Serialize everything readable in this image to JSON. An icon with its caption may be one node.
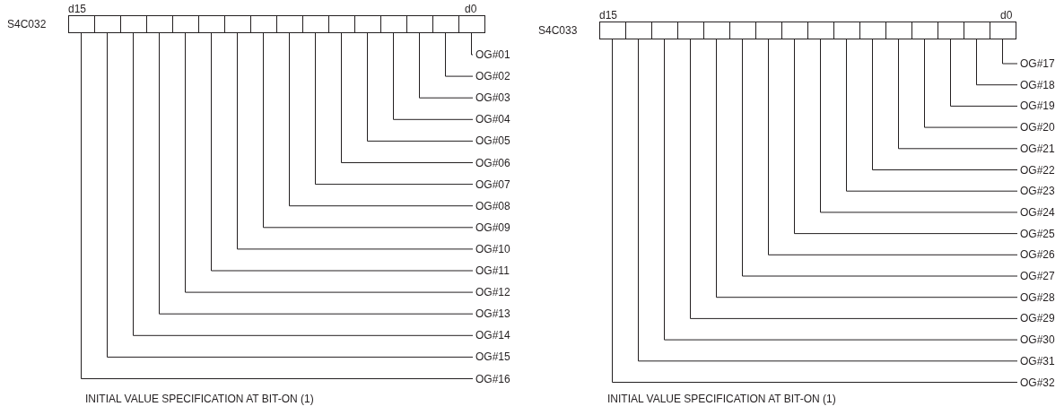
{
  "diagram": {
    "nodes": [
      {
        "text": [
          "S4C032"
        ]
      },
      {
        "text": [],
        "shape": "box",
        "in": 0
      },
      {
        "text": [],
        "shape": "box",
        "in": 0
      },
      {
        "text": [],
        "shape": "box",
        "in": 0
      },
      {
        "text": [],
        "shape": "box",
        "in": 0
      },
      {
        "text": [],
        "shape": "box",
        "in": 0
      },
      {
        "text": [],
        "shape": "box",
        "in": 0
      },
      {
        "text": [],
        "shape": "box",
        "in": 0
      },
      {
        "text": [],
        "shape": "box",
        "in": 0
      },
      {
        "text": [],
        "shape": "box",
        "in": 0
      },
      {
        "text": [],
        "shape": "box",
        "in": 0
      },
      {
        "text": [],
        "shape": "box",
        "in": 0
      },
      {
        "text": [],
        "shape": "box",
        "in": 0
      },
      {
        "text": [],
        "shape": "box",
        "in": 0
      },
      {
        "text": [],
        "shape": "box",
        "in": 0
      },
      {
        "text": [],
        "shape": "box",
        "in": 0
      },
      {
        "text": [],
        "shape": "box",
        "in": 0
      },
      {
        "text": [
          "OG#01"
        ]
      },
      {
        "text": [
          "OG#02"
        ]
      },
      {
        "text": [
          "OG#03"
        ]
      },
      {
        "text": [
          "OG#04"
        ]
      },
      {
        "text": [
          "OG#05"
        ]
      },
      {
        "text": [
          "OG#06"
        ]
      },
      {
        "text": [
          "OG#07"
        ]
      },
      {
        "text": [
          "OG#08"
        ]
      },
      {
        "text": [
          "OG#09"
        ]
      },
      {
        "text": [
          "OG#10"
        ]
      },
      {
        "text": [
          "OG#11"
        ]
      },
      {
        "text": [
          "OG#12"
        ]
      },
      {
        "text": [
          "OG#13"
        ]
      },
      {
        "text": [
          "OG#14"
        ]
      },
      {
        "text": [
          "OG#15"
        ]
      },
      {
        "text": [
          "OG#16"
        ]
      },
      {
        "text": [
          "S4C033"
        ]
      },
      {
        "text": [],
        "shape": "box",
        "in": 33
      },
      {
        "text": [],
        "shape": "box",
        "in": 33
      },
      {
        "text": [],
        "shape": "box",
        "in": 33
      },
      {
        "text": [],
        "shape": "box",
        "in": 33
      },
      {
        "text": [],
        "shape": "box",
        "in": 33
      },
      {
        "text": [],
        "shape": "box",
        "in": 33
      },
      {
        "text": [],
        "shape": "box",
        "in": 33
      },
      {
        "text": [],
        "shape": "box",
        "in": 33
      },
      {
        "text": [],
        "shape": "box",
        "in": 33
      },
      {
        "text": [],
        "shape": "box",
        "in": 33
      },
      {
        "text": [],
        "shape": "box",
        "in": 33
      },
      {
        "text": [],
        "shape": "box",
        "in": 33
      },
      {
        "text": [],
        "shape": "box",
        "in": 33
      },
      {
        "text": [],
        "shape": "box",
        "in": 33
      },
      {
        "text": [],
        "shape": "box",
        "in": 33
      },
      {
        "text": [],
        "shape": "box",
        "in": 33
      },
      {
        "text": [
          "OG#17"
        ]
      },
      {
        "text": [
          "OG#18"
        ]
      },
      {
        "text": [
          "OG#19"
        ]
      },
      {
        "text": [
          "OG#20"
        ]
      },
      {
        "text": [
          "OG#21"
        ]
      },
      {
        "text": [
          "OG#22"
        ]
      },
      {
        "text": [
          "OG#23"
        ]
      },
      {
        "text": [
          "OG#24"
        ]
      },
      {
        "text": [
          "OG#25"
        ]
      },
      {
        "text": [
          "OG#26"
        ]
      },
      {
        "text": [
          "OG#27"
        ]
      },
      {
        "text": [
          "OG#28"
        ]
      },
      {
        "text": [
          "OG#29"
        ]
      },
      {
        "text": [
          "OG#30"
        ]
      },
      {
        "text": [
          "OG#31"
        ]
      },
      {
        "text": [
          "OG#32"
        ]
      }
    ],
    "edges": [
      {
        "from": 17,
        "to": 16,
        "arrow": "none"
      },
      {
        "from": 18,
        "to": 15,
        "arrow": "none"
      },
      {
        "from": 19,
        "to": 14,
        "arrow": "none"
      },
      {
        "from": 20,
        "to": 13,
        "arrow": "none"
      },
      {
        "from": 21,
        "to": 12,
        "arrow": "none"
      },
      {
        "from": 22,
        "to": 11,
        "arrow": "none"
      },
      {
        "from": 23,
        "to": 10,
        "arrow": "none"
      },
      {
        "from": 24,
        "to": 9,
        "arrow": "none"
      },
      {
        "from": 25,
        "to": 8,
        "arrow": "none"
      },
      {
        "from": 26,
        "to": 7,
        "arrow": "none"
      },
      {
        "from": 27,
        "to": 6,
        "arrow": "none"
      },
      {
        "from": 28,
        "to": 5,
        "arrow": "none"
      },
      {
        "from": 29,
        "to": 4,
        "arrow": "none"
      },
      {
        "from": 30,
        "to": 3,
        "arrow": "none"
      },
      {
        "from": 31,
        "to": 2,
        "arrow": "none"
      },
      {
        "from": 32,
        "to": 1,
        "arrow": "none"
      },
      {
        "from": 50,
        "to": 49,
        "arrow": "none"
      },
      {
        "from": 51,
        "to": 48,
        "arrow": "none"
      },
      {
        "from": 52,
        "to": 47,
        "arrow": "none"
      },
      {
        "from": 53,
        "to": 46,
        "arrow": "none"
      },
      {
        "from": 54,
        "to": 45,
        "arrow": "none"
      },
      {
        "from": 55,
        "to": 44,
        "arrow": "none"
      },
      {
        "from": 56,
        "to": 43,
        "arrow": "none"
      },
      {
        "from": 57,
        "to": 42,
        "arrow": "none"
      },
      {
        "from": 58,
        "to": 41,
        "arrow": "none"
      },
      {
        "from": 59,
        "to": 40,
        "arrow": "none"
      },
      {
        "from": 60,
        "to": 39,
        "arrow": "none"
      },
      {
        "from": 61,
        "to": 38,
        "arrow": "none"
      },
      {
        "from": 62,
        "to": 37,
        "arrow": "none"
      },
      {
        "from": 63,
        "to": 36,
        "arrow": "none"
      },
      {
        "from": 64,
        "to": 35,
        "arrow": "none"
      },
      {
        "from": 65,
        "to": 34,
        "arrow": "none"
      }
    ],
    "labels": [
      "d15",
      "d0",
      "INITIAL VALUE SPECIFICATION AT BIT-ON (1)",
      "d15",
      "d0",
      "INITIAL VALUE SPECIFICATION AT BIT-ON (1)"
    ]
  }
}
